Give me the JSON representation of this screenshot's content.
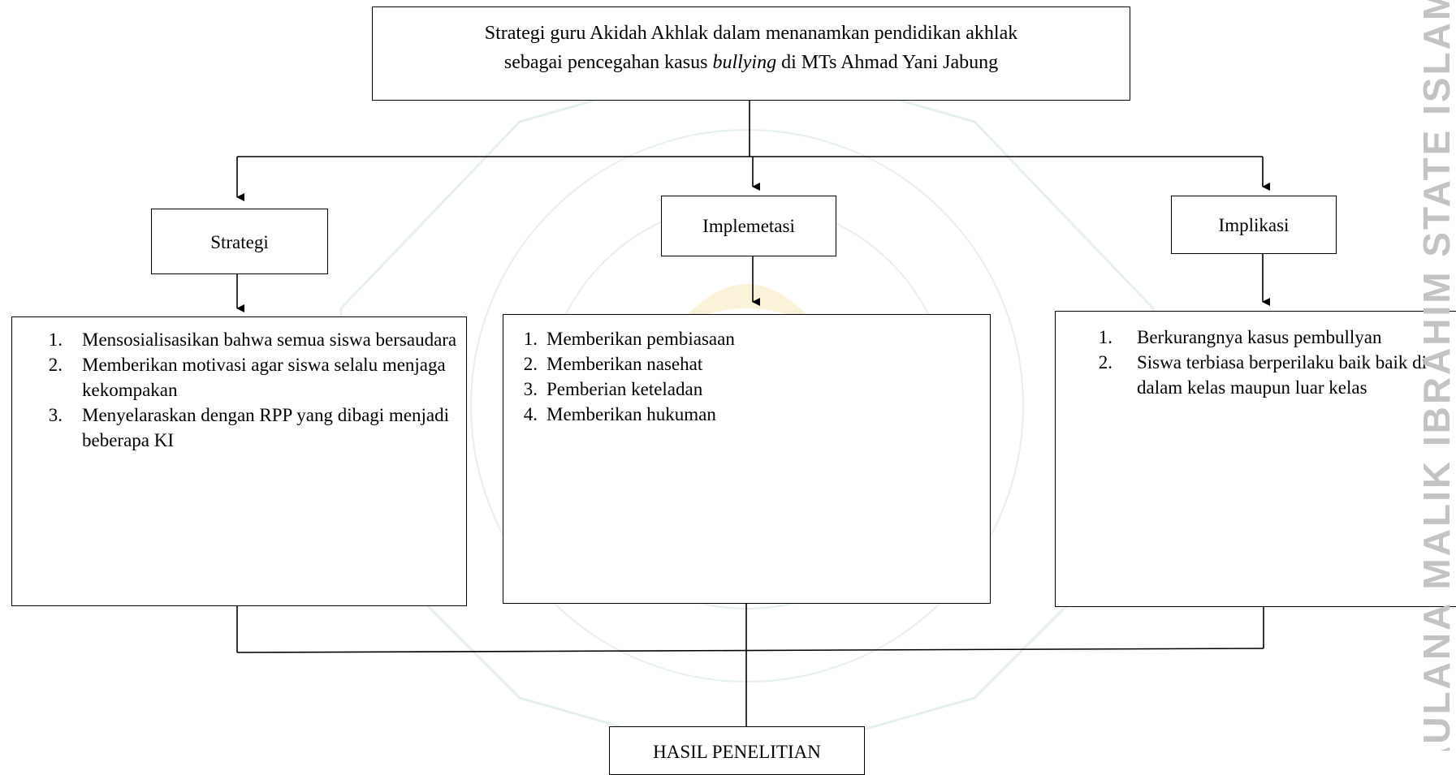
{
  "diagram": {
    "title_line1": "Strategi guru Akidah Akhlak dalam menanamkan pendidikan akhlak",
    "title_line2_pre": "sebagai pencegahan kasus ",
    "title_line2_em": "bullying",
    "title_line2_post": " di MTs Ahmad Yani Jabung",
    "branches": [
      {
        "label": "Strategi",
        "items": [
          {
            "num": "1.",
            "text": "Mensosialisasikan bahwa semua siswa bersaudara"
          },
          {
            "num": "2.",
            "text": "Memberikan motivasi agar siswa selalu menjaga kekompakan"
          },
          {
            "num": "3.",
            "text": "Menyelaraskan dengan RPP yang dibagi menjadi beberapa KI"
          }
        ]
      },
      {
        "label": "Implemetasi",
        "items": [
          {
            "num": "1.",
            "text": "Memberikan pembiasaan"
          },
          {
            "num": "2.",
            "text": "Memberikan nasehat"
          },
          {
            "num": "3.",
            "text": "Pemberian keteladan"
          },
          {
            "num": "4.",
            "text": "Memberikan hukuman"
          }
        ]
      },
      {
        "label": "Implikasi",
        "items": [
          {
            "num": "1.",
            "text": "Berkurangnya kasus pembullyan"
          },
          {
            "num": "2.",
            "text": "Siswa terbiasa berperilaku baik baik di dalam kelas maupun luar kelas"
          }
        ]
      }
    ],
    "result_label": "HASIL PENELITIAN"
  },
  "watermark": {
    "side_text": "MAULANA MALIK IBRAHIM STATE ISLAMIC",
    "color": "#c3c3c3",
    "seal_color": "#8fc89a",
    "emblem_color": "#e8d36a"
  }
}
